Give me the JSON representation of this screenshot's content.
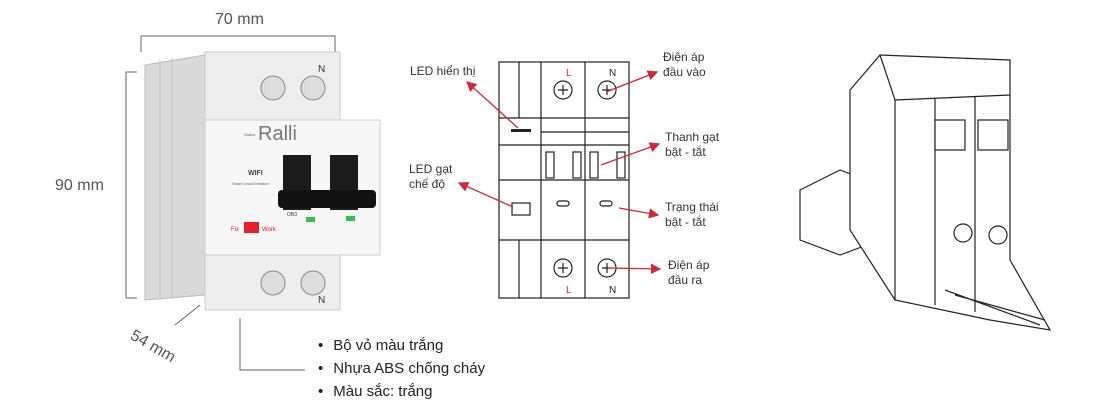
{
  "dimensions": {
    "width": "70 mm",
    "height": "90 mm",
    "depth": "54 mm"
  },
  "product_labels": {
    "brand": "Ralli",
    "wifi": "WIFI",
    "subtitle": "Smart circuit breaker",
    "status": "Status",
    "fix": "Fix",
    "work": "Work",
    "model": "OB3",
    "terminal_n": "N"
  },
  "features": [
    "Bộ vỏ màu trắng",
    "Nhựa ABS chống cháy",
    "Màu sắc: trắng"
  ],
  "diagram": {
    "terminal_l": "L",
    "terminal_n": "N",
    "callouts": {
      "led_display": "LED hiển thị",
      "input_voltage_1": "Điện áp",
      "input_voltage_2": "đầu vào",
      "toggle_1": "Thanh gạt",
      "toggle_2": "bật - tắt",
      "mode_led_1": "LED gạt",
      "mode_led_2": "chế độ",
      "status_1": "Trạng thái",
      "status_2": "bật - tắt",
      "output_voltage_1": "Điện áp",
      "output_voltage_2": "đầu ra"
    }
  },
  "colors": {
    "arrow": "#d0283a",
    "accent_red": "#e8202a",
    "led_green": "#2ec24a"
  }
}
